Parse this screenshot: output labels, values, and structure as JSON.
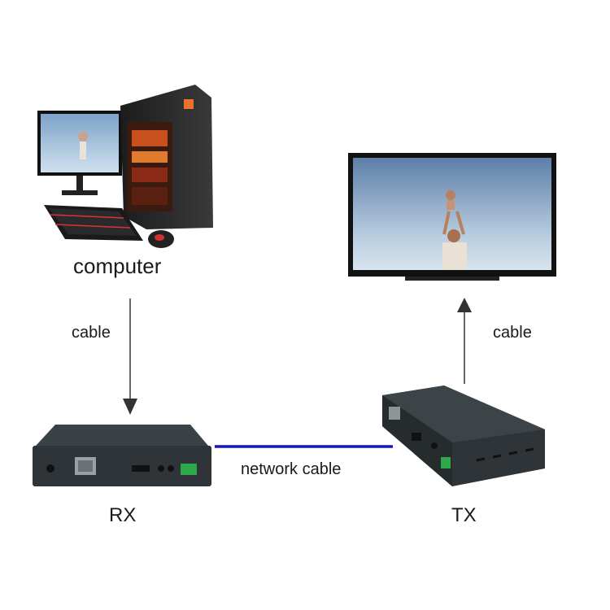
{
  "labels": {
    "computer": "computer",
    "cable_left": "cable",
    "cable_right": "cable",
    "network_cable": "network cable",
    "rx": "RX",
    "tx": "TX"
  },
  "colors": {
    "network_line": "#1515c8",
    "arrow": "#333333",
    "device_body": "#2e3438"
  }
}
